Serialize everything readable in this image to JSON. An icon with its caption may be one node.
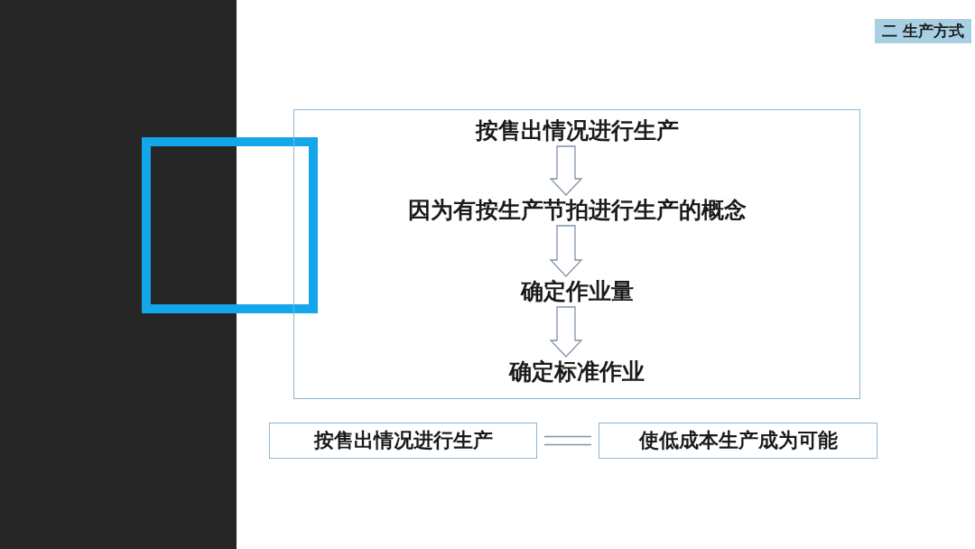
{
  "diagram": {
    "nodes": [
      {
        "text": [],
        "shape": "box"
      },
      {
        "text": [
          "按售出情况进行生产"
        ],
        "in": 0
      },
      {
        "text": [
          "因为有按生产节拍进行生产的概念"
        ],
        "in": 0
      },
      {
        "text": [
          "确定作业量"
        ],
        "in": 0
      },
      {
        "text": [
          "确定标准作业"
        ],
        "in": 0
      },
      {
        "text": [
          "按售出情况进行生产"
        ]
      },
      {
        "text": [
          "使低成本生产成为可能"
        ]
      }
    ],
    "edges": [
      {
        "from": 1,
        "to": 2,
        "arrow": "to"
      },
      {
        "from": 2,
        "to": 3,
        "arrow": "to"
      },
      {
        "from": 3,
        "to": 4,
        "arrow": "to"
      },
      {
        "from": 5,
        "to": 6,
        "arrow": "none"
      }
    ],
    "labels": [
      "二 生产方式"
    ]
  }
}
